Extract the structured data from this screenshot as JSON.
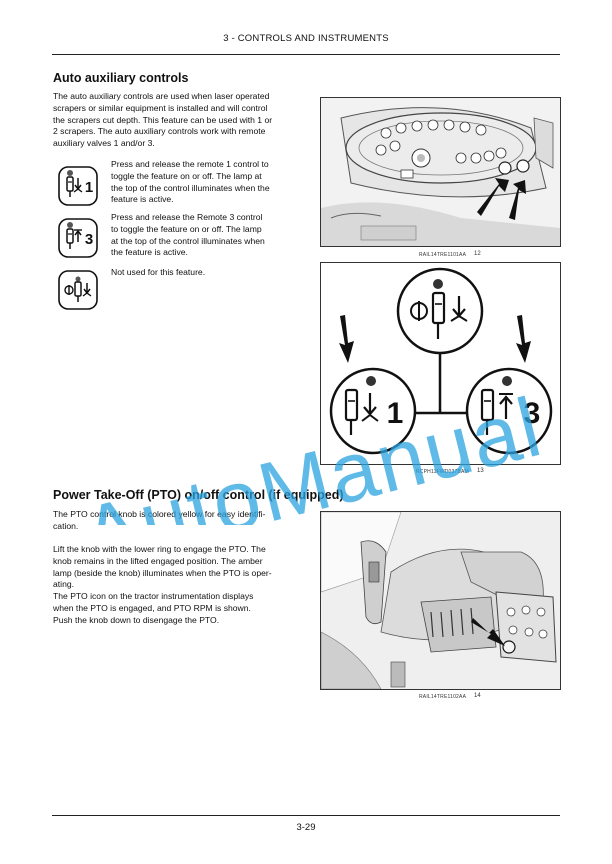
{
  "header": {
    "title": "3 - CONTROLS AND INSTRUMENTS"
  },
  "section1": {
    "title": "Auto auxiliary controls",
    "intro": [
      "The auto auxiliary controls are used when laser operated",
      "scrapers or similar equipment is installed and will control",
      "the scrapers cut depth. This feature can be used with 1 or",
      "2 scrapers. The auto auxiliary controls work with remote",
      "auxiliary valves 1 and/or 3."
    ],
    "items": [
      {
        "icon": "remote-1-control-icon",
        "icon_label": "1",
        "lines": [
          "Press and release the remote 1 control to",
          "toggle the feature on or off. The lamp at",
          "the top of the control illuminates when the",
          "feature is active."
        ]
      },
      {
        "icon": "remote-3-control-icon",
        "icon_label": "3",
        "lines": [
          "Press and release the Remote 3 control",
          "to toggle the feature on or off. The lamp",
          "at the top of the control illuminates when",
          "the feature is active."
        ]
      },
      {
        "icon": "auto-auxiliary-unused-icon",
        "lines": [
          "Not used for this feature."
        ]
      }
    ]
  },
  "figures": [
    {
      "code": "RAIL14TRE1101AA",
      "number": "12"
    },
    {
      "code": "RCPH11FWD037BAM",
      "number": "13",
      "label_left": "1",
      "label_right": "3"
    },
    {
      "code": "RAIL14TRE1102AA",
      "number": "14"
    }
  ],
  "section2": {
    "title": "Power Take-Off (PTO) on/off control (if equipped)",
    "paragraphs": [
      [
        "The PTO control knob is colored yellow for easy identifi-",
        "cation."
      ],
      [
        "Lift the knob with the lower ring to engage the PTO. The",
        "knob remains in the lifted engaged position. The amber",
        "lamp (beside the knob) illuminates when the PTO is oper-",
        "ating.",
        "The PTO icon on the tractor instrumentation displays",
        "when the PTO is engaged, and PTO RPM is shown.",
        "Push the knob down to disengage the PTO."
      ]
    ]
  },
  "watermark": {
    "text": "AutoManual",
    "color": "#29a3e0"
  },
  "footer": {
    "page": "3-29"
  }
}
